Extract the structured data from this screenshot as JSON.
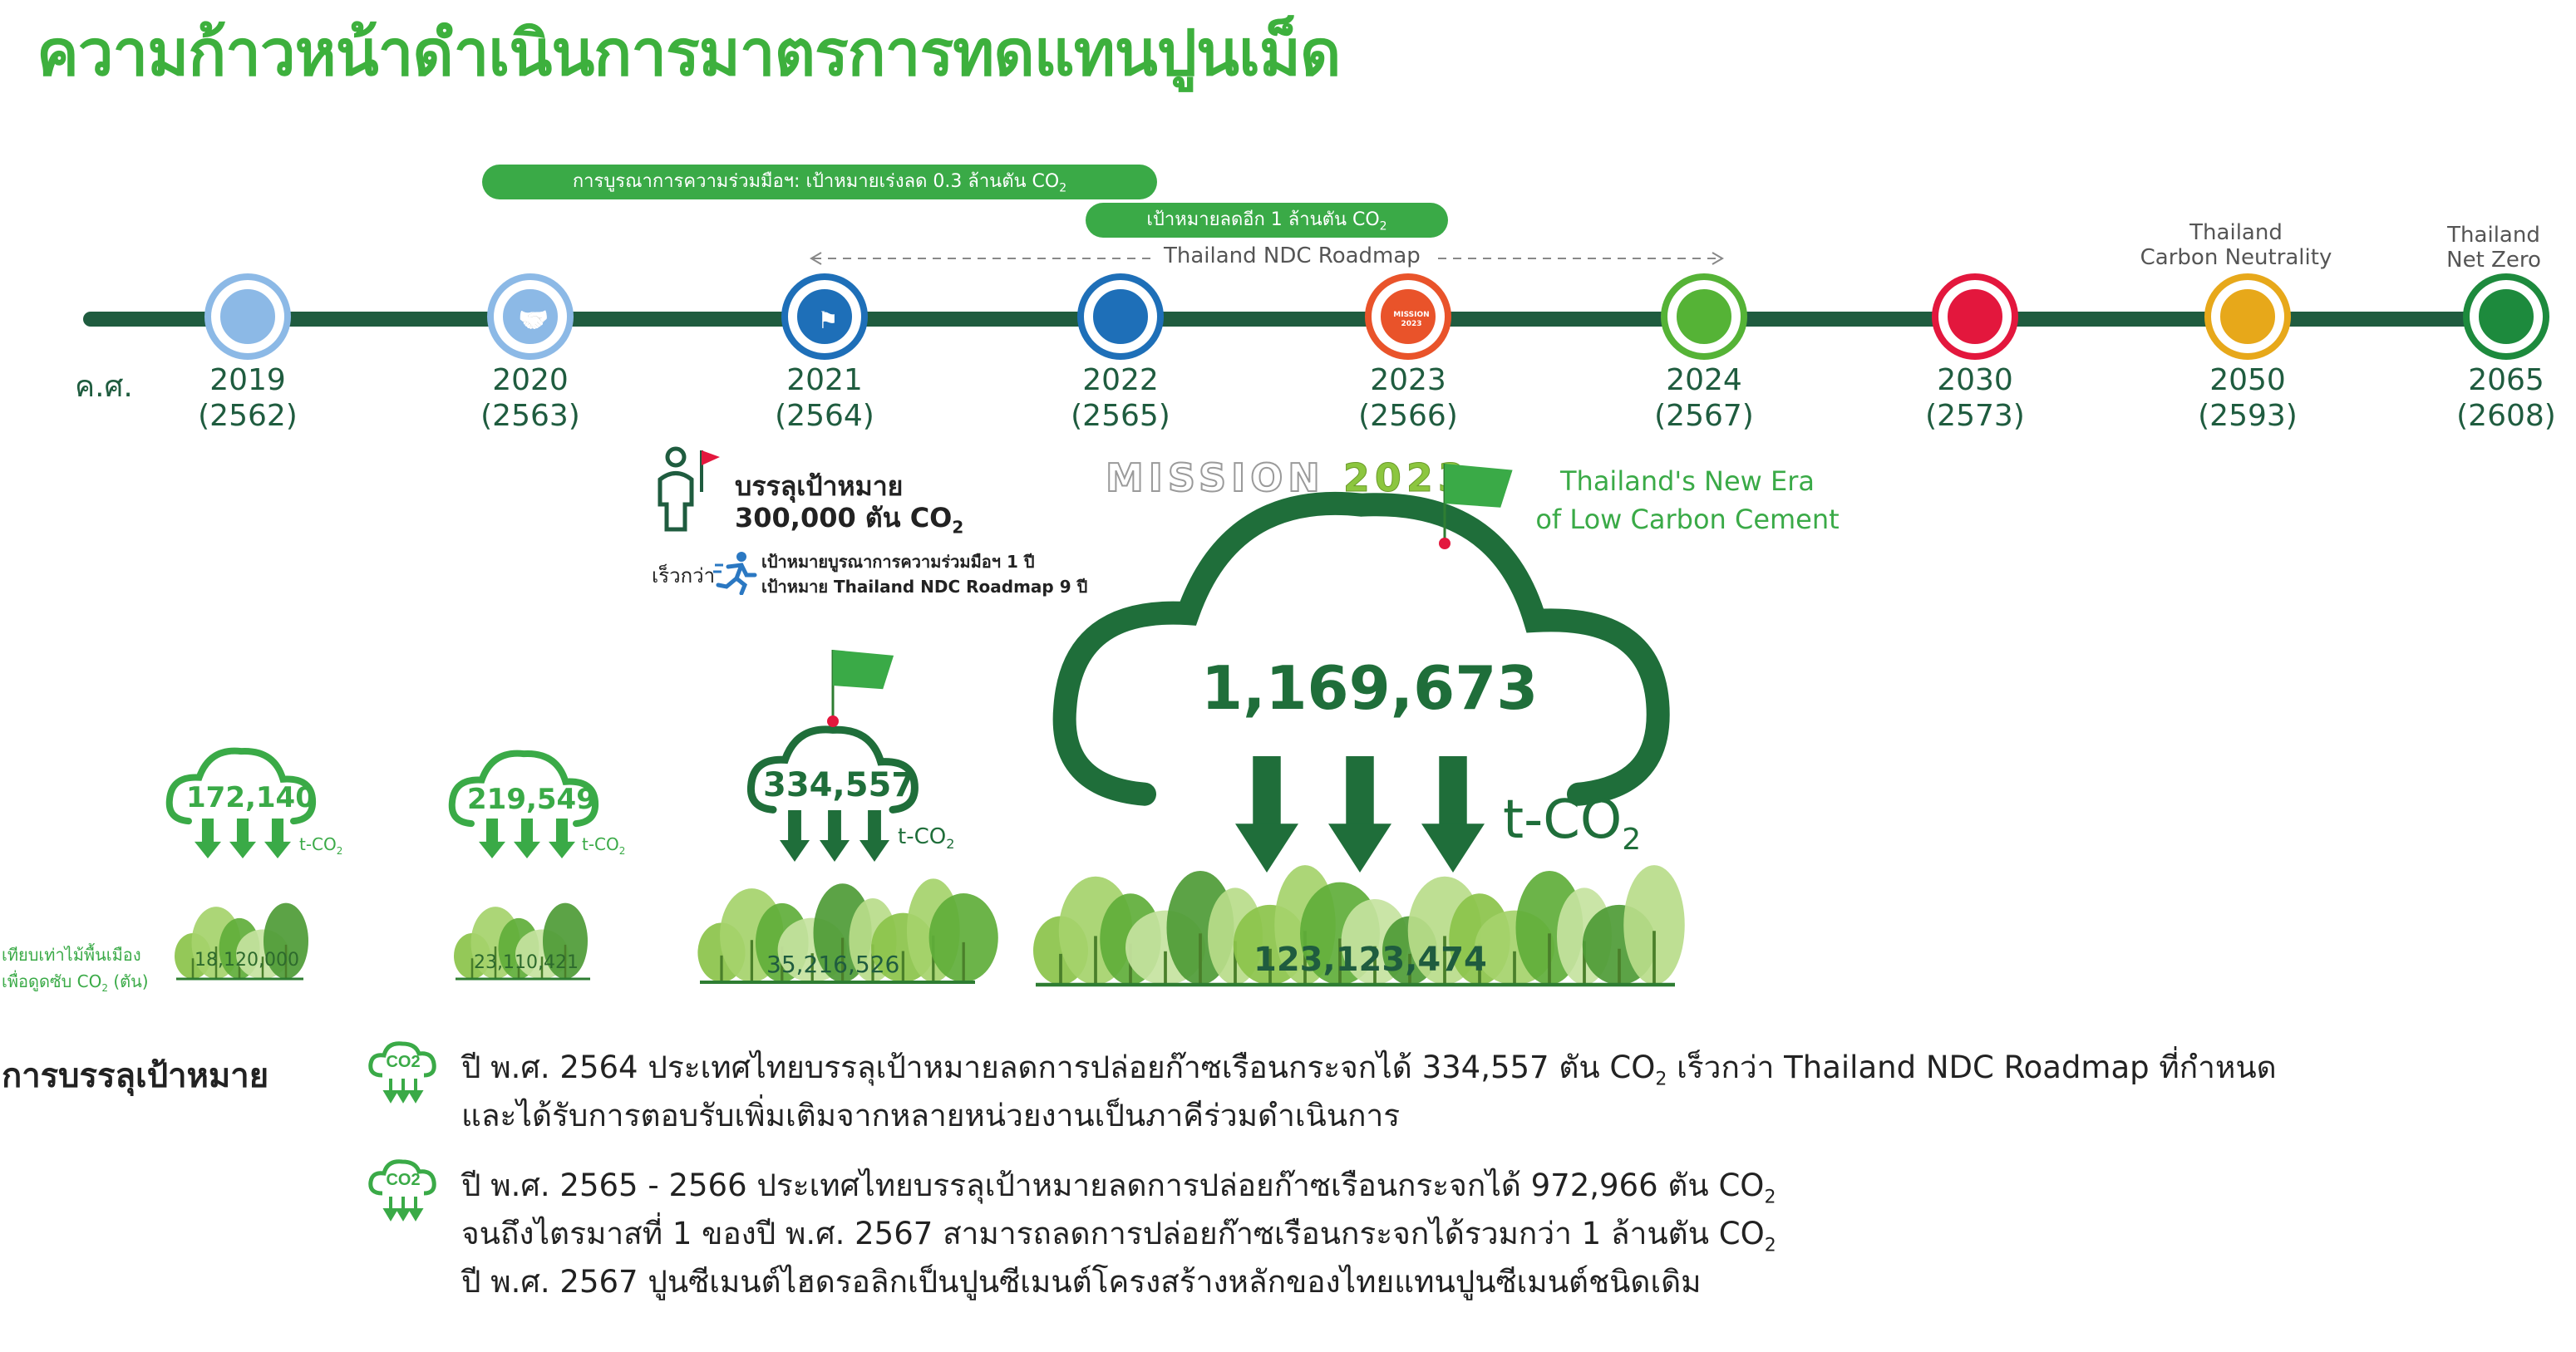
{
  "title": "ความก้าวหน้าดำเนินการมาตรการทดแทนปูนเม็ด",
  "pills": {
    "top": "การบูรณาการความร่วมมือฯ: เป้าหมายเร่งลด 0.3 ล้านตัน CO",
    "top_sub": "2",
    "second": "เป้าหมายลดอีก 1 ล้านตัน CO",
    "second_sub": "2"
  },
  "roadmap_label": "Thailand NDC Roadmap",
  "milestones": {
    "carbon_neutrality_line1": "Thailand",
    "carbon_neutrality_line2": "Carbon Neutrality",
    "net_zero_line1": "Thailand",
    "net_zero_line2": "Net Zero"
  },
  "era_label": "ค.ศ.",
  "years": [
    {
      "year": "2019",
      "be": "(2562)",
      "color": "#8cb9e6"
    },
    {
      "year": "2020",
      "be": "(2563)",
      "color": "#8cb9e6"
    },
    {
      "year": "2021",
      "be": "(2564)",
      "color": "#1e6fb8"
    },
    {
      "year": "2022",
      "be": "(2565)",
      "color": "#1e6fb8"
    },
    {
      "year": "2023",
      "be": "(2566)",
      "color": "#e9532a"
    },
    {
      "year": "2024",
      "be": "(2567)",
      "color": "#55b336"
    },
    {
      "year": "2030",
      "be": "(2573)",
      "color": "#e3173d"
    },
    {
      "year": "2050",
      "be": "(2593)",
      "color": "#e7a81a"
    },
    {
      "year": "2065",
      "be": "(2608)",
      "color": "#1d8a3d"
    }
  ],
  "mission_badge": {
    "line1": "MISSION",
    "line2": "2023"
  },
  "achievement": {
    "line1": "บรรลุเป้าหมาย",
    "line2": "300,000 ตัน CO",
    "line2_sub": "2",
    "faster": "เร็วกว่า",
    "faster_detail1": "เป้าหมายบูรณาการความร่วมมือฯ 1 ปี",
    "faster_detail2": "เป้าหมาย Thailand NDC Roadmap 9 ปี"
  },
  "mission_heading": {
    "word": "MISSION",
    "year": "2023"
  },
  "new_era": {
    "line1": "Thailand's New Era",
    "line2": "of Low Carbon Cement"
  },
  "clouds": [
    {
      "value": "172,140",
      "unit": "t-CO",
      "unit_sub": "2",
      "trees": "18,120,000"
    },
    {
      "value": "219,549",
      "unit": "t-CO",
      "unit_sub": "2",
      "trees": "23,110,421"
    },
    {
      "value": "334,557",
      "unit": "t-CO",
      "unit_sub": "2",
      "trees": "35,216,526"
    },
    {
      "value": "1,169,673",
      "unit": "t-CO",
      "unit_sub": "2",
      "trees": "123,123,474"
    }
  ],
  "trees_note": {
    "line1": "เทียบเท่าไม้พื้นเมือง",
    "line2": "เพื่อดูดซับ CO",
    "line2_sub": "2",
    "line2_tail": " (ตัน)"
  },
  "footer": {
    "label": "การบรรลุเป้าหมาย",
    "icon_text": "CO2",
    "p1_a": "ปี พ.ศ. 2564 ประเทศไทยบรรลุเป้าหมายลดการปล่อยก๊าซเรือนกระจกได้ 334,557 ตัน CO",
    "p1_sub": "2",
    "p1_b": " เร็วกว่า Thailand NDC Roadmap ที่กำหนด",
    "p1_line2": "และได้รับการตอบรับเพิ่มเติมจากหลายหน่วยงานเป็นภาคีร่วมดำเนินการ",
    "p2_a": "ปี พ.ศ. 2565 - 2566 ประเทศไทยบรรลุเป้าหมายลดการปล่อยก๊าซเรือนกระจกได้ 972,966 ตัน CO",
    "p2_sub": "2",
    "p2_line2": "จนถึงไตรมาสที่ 1 ของปี พ.ศ. 2567 สามารถลดการปล่อยก๊าซเรือนกระจกได้รวมกว่า 1 ล้านตัน CO",
    "p2_line2_sub": "2",
    "p2_line3": "ปี พ.ศ. 2567 ปูนซีเมนต์ไฮดรอลิกเป็นปูนซีเมนต์โครงสร้างหลักของไทยแทนปูนซีเมนต์ชนิดเดิม"
  }
}
